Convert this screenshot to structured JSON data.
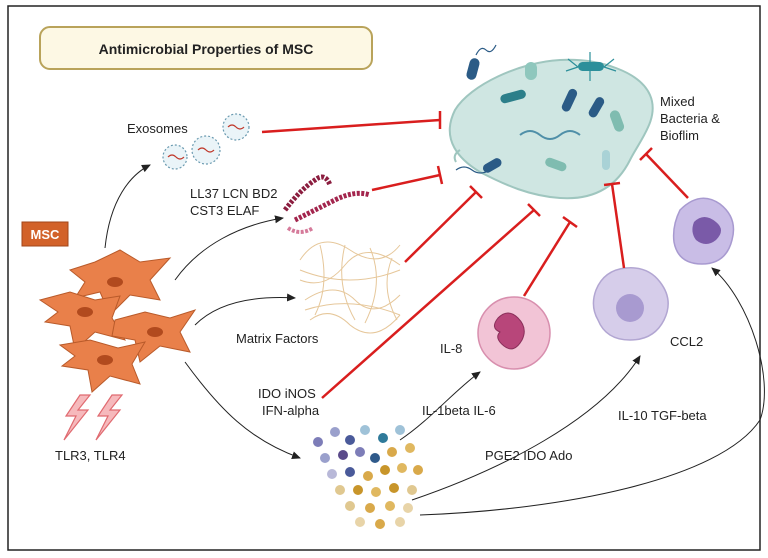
{
  "title": "Antimicrobial Properties of MSC",
  "labels": {
    "msc": "MSC",
    "exosomes": "Exosomes",
    "peptides_line1": "LL37 LCN BD2",
    "peptides_line2": "CST3 ELAF",
    "matrix": "Matrix Factors",
    "ido_line1": "IDO iNOS",
    "ido_line2": "IFN-alpha",
    "tlr": "TLR3, TLR4",
    "bacteria_line1": "Mixed",
    "bacteria_line2": "Bacteria &",
    "bacteria_line3": "Bioflim",
    "il8": "IL-8",
    "il1": "IL-1beta IL-6",
    "ccl2": "CCL2",
    "pge2": "PGE2 IDO Ado",
    "il10": "IL-10 TGF-beta"
  },
  "colors": {
    "title_box_fill": "#fdf8e4",
    "title_box_border": "#b9a35a",
    "msc_badge": "#d2622a",
    "msc_cell": "#e9804a",
    "inhibit_line": "#d91e1e",
    "activate_arrow": "#222222",
    "biofilm": "#cfe6e2",
    "neutrophil": "#f2c4d6",
    "monocyte": "#d6cdea",
    "macrophage": "#c9bde6"
  }
}
